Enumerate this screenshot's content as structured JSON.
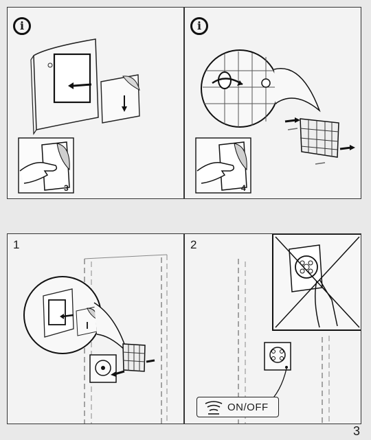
{
  "panels": {
    "top_left": {
      "icon": "info-icon",
      "badge": "3"
    },
    "top_right": {
      "icon": "info-icon",
      "badge": "4"
    },
    "bottom_left": {
      "step": "1"
    },
    "bottom_right": {
      "step": "2",
      "button_label": "ON/OFF",
      "button_icon": "fan-waves-icon"
    }
  },
  "page_number": "3"
}
